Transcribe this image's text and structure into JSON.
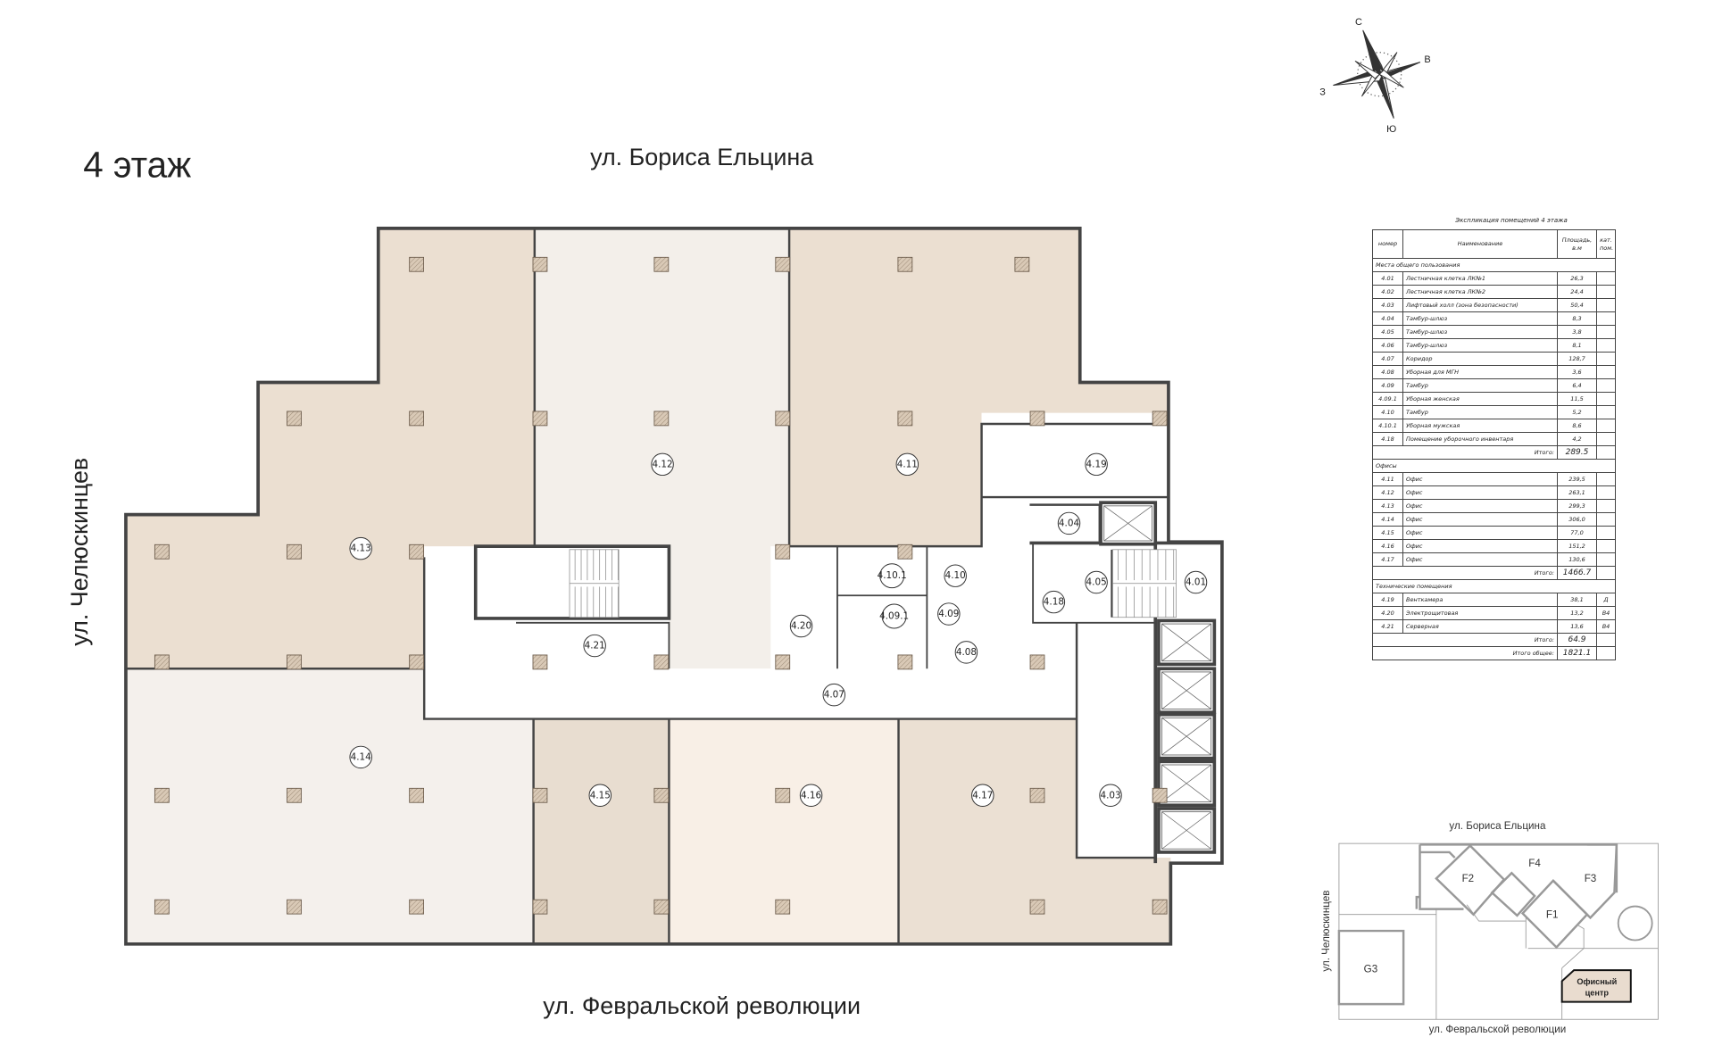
{
  "title": "4 этаж",
  "streets": {
    "north": "ул. Бориса Ельцина",
    "south": "ул. Февральской революции",
    "west": "ул. Челюскинцев"
  },
  "compass": {
    "n": "С",
    "e": "В",
    "s": "Ю",
    "w": "З"
  },
  "rooms": [
    "4.13",
    "4.12",
    "4.11",
    "4.19",
    "4.04",
    "4.05",
    "4.01",
    "4.18",
    "4.10.1",
    "4.10",
    "4.09.1",
    "4.09",
    "4.08",
    "4.20",
    "4.21",
    "4.07",
    "4.14",
    "4.15",
    "4.16",
    "4.17",
    "4.03"
  ],
  "room_colors": {
    "office_dark": "#ebdfd1",
    "office_light": "#f3efea",
    "office_pale": "#f4f0ec",
    "office_warm": "#f8efe6",
    "column": "#d9c9b6",
    "wall": "#444444"
  },
  "explication": {
    "title": "Экспликация помещений 4 этажа",
    "headers": {
      "num": "номер",
      "name": "Наименование",
      "area": "Площадь, в.м",
      "kat": "кат. пом."
    },
    "sections": [
      {
        "title": "Места общего пользования",
        "rows": [
          {
            "num": "4.01",
            "name": "Лестничная клетка ЛК№1",
            "area": "26,3",
            "kat": ""
          },
          {
            "num": "4.02",
            "name": "Лестничная клетка ЛК№2",
            "area": "24,4",
            "kat": ""
          },
          {
            "num": "4.03",
            "name": "Лифтовый холл (зона безопасности)",
            "area": "50,4",
            "kat": ""
          },
          {
            "num": "4.04",
            "name": "Тамбур-шлюз",
            "area": "8,3",
            "kat": ""
          },
          {
            "num": "4.05",
            "name": "Тамбур-шлюз",
            "area": "3,8",
            "kat": ""
          },
          {
            "num": "4.06",
            "name": "Тамбур-шлюз",
            "area": "8,1",
            "kat": ""
          },
          {
            "num": "4.07",
            "name": "Коридор",
            "area": "128,7",
            "kat": ""
          },
          {
            "num": "4.08",
            "name": "Уборная для МГН",
            "area": "3,6",
            "kat": ""
          },
          {
            "num": "4.09",
            "name": "Тамбур",
            "area": "6,4",
            "kat": ""
          },
          {
            "num": "4.09.1",
            "name": "Уборная женская",
            "area": "11,5",
            "kat": ""
          },
          {
            "num": "4.10",
            "name": "Тамбур",
            "area": "5,2",
            "kat": ""
          },
          {
            "num": "4.10.1",
            "name": "Уборная мужская",
            "area": "8,6",
            "kat": ""
          },
          {
            "num": "4.18",
            "name": "Помещение уборочного инвентаря",
            "area": "4,2",
            "kat": ""
          }
        ],
        "total_label": "Итого:",
        "total": "289.5"
      },
      {
        "title": "Офисы",
        "rows": [
          {
            "num": "4.11",
            "name": "Офис",
            "area": "239,5",
            "kat": ""
          },
          {
            "num": "4.12",
            "name": "Офис",
            "area": "263,1",
            "kat": ""
          },
          {
            "num": "4.13",
            "name": "Офис",
            "area": "299,3",
            "kat": ""
          },
          {
            "num": "4.14",
            "name": "Офис",
            "area": "306,0",
            "kat": ""
          },
          {
            "num": "4.15",
            "name": "Офис",
            "area": "77,0",
            "kat": ""
          },
          {
            "num": "4.16",
            "name": "Офис",
            "area": "151,2",
            "kat": ""
          },
          {
            "num": "4.17",
            "name": "Офис",
            "area": "130,6",
            "kat": ""
          }
        ],
        "total_label": "Итого:",
        "total": "1466.7"
      },
      {
        "title": "Технические помещения",
        "rows": [
          {
            "num": "4.19",
            "name": "Венткамера",
            "area": "38,1",
            "kat": "Д"
          },
          {
            "num": "4.20",
            "name": "Электрощитовая",
            "area": "13,2",
            "kat": "В4"
          },
          {
            "num": "4.21",
            "name": "Серверная",
            "area": "13,6",
            "kat": "В4"
          }
        ],
        "total_label": "Итого:",
        "total": "64.9"
      }
    ],
    "grand_total_label": "Итого общее:",
    "grand_total": "1821.1"
  },
  "minimap": {
    "street_north": "ул. Бориса Ельцина",
    "street_south": "ул. Февральской революции",
    "street_west": "ул. Челюскинцев",
    "blocks": {
      "f1": "F1",
      "f2": "F2",
      "f3": "F3",
      "f4": "F4",
      "g3": "G3"
    },
    "highlight_line1": "Офисный",
    "highlight_line2": "центр",
    "highlight_color": "#e9dccf"
  }
}
